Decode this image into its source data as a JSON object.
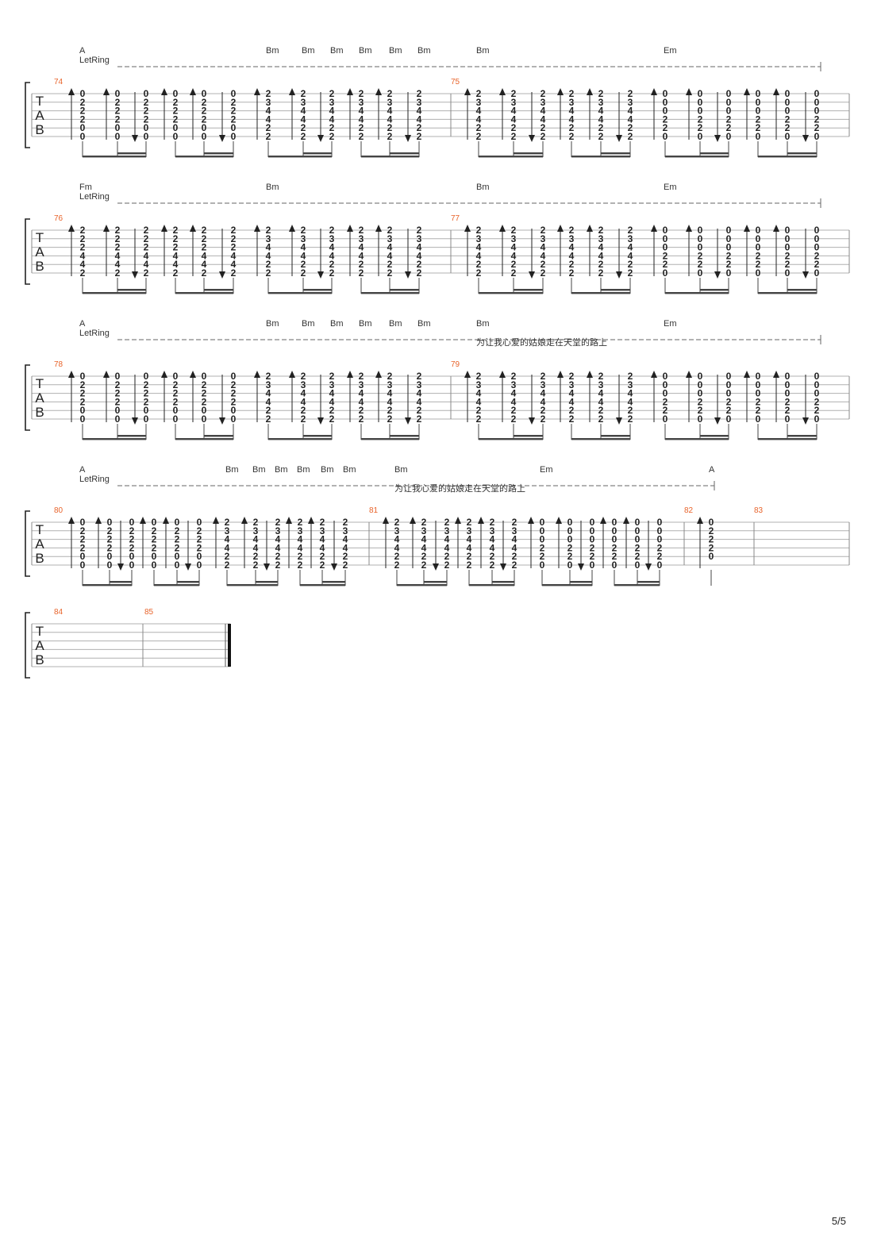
{
  "page": {
    "number": "5/5"
  },
  "colors": {
    "measure_number": "#e8632a",
    "staff_line": "#b0b0b0",
    "ink": "#333333"
  },
  "let_ring": "LetRing",
  "tab_clef": [
    "T",
    "A",
    "B"
  ],
  "systems": [
    {
      "measure_numbers": [
        "74",
        "75"
      ],
      "chords": [
        "A",
        "Bm",
        "Bm",
        "Bm",
        "Bm",
        "Bm",
        "Bm",
        "Bm",
        "Em"
      ],
      "lyrics": "",
      "beats": [
        {
          "frets": [
            "0",
            "2",
            "2",
            "2",
            "0",
            "0"
          ],
          "dir": "up"
        },
        {
          "frets": [
            "0",
            "2",
            "2",
            "2",
            "0",
            "0"
          ],
          "dir": "up"
        },
        {
          "frets": [
            "0",
            "2",
            "2",
            "2",
            "0",
            "0"
          ],
          "dir": "down"
        },
        {
          "frets": [
            "0",
            "2",
            "2",
            "2",
            "0",
            "0"
          ],
          "dir": "up"
        },
        {
          "frets": [
            "0",
            "2",
            "2",
            "2",
            "0",
            "0"
          ],
          "dir": "up"
        },
        {
          "frets": [
            "0",
            "2",
            "2",
            "2",
            "0",
            "0"
          ],
          "dir": "down"
        },
        {
          "frets": [
            "2",
            "3",
            "4",
            "4",
            "2",
            "2"
          ],
          "dir": "up"
        },
        {
          "frets": [
            "2",
            "3",
            "4",
            "4",
            "2",
            "2"
          ],
          "dir": "up"
        },
        {
          "frets": [
            "2",
            "3",
            "4",
            "4",
            "2",
            "2"
          ],
          "dir": "down"
        },
        {
          "frets": [
            "2",
            "3",
            "4",
            "4",
            "2",
            "2"
          ],
          "dir": "up"
        },
        {
          "frets": [
            "2",
            "3",
            "4",
            "4",
            "2",
            "2"
          ],
          "dir": "up"
        },
        {
          "frets": [
            "2",
            "3",
            "4",
            "4",
            "2",
            "2"
          ],
          "dir": "down"
        },
        {
          "frets": [
            "2",
            "3",
            "4",
            "4",
            "2",
            "2"
          ],
          "dir": "up"
        },
        {
          "frets": [
            "2",
            "3",
            "4",
            "4",
            "2",
            "2"
          ],
          "dir": "up"
        },
        {
          "frets": [
            "2",
            "3",
            "4",
            "4",
            "2",
            "2"
          ],
          "dir": "down"
        },
        {
          "frets": [
            "2",
            "3",
            "4",
            "4",
            "2",
            "2"
          ],
          "dir": "up"
        },
        {
          "frets": [
            "2",
            "3",
            "4",
            "4",
            "2",
            "2"
          ],
          "dir": "up"
        },
        {
          "frets": [
            "2",
            "3",
            "4",
            "4",
            "2",
            "2"
          ],
          "dir": "down"
        },
        {
          "frets": [
            "0",
            "0",
            "0",
            "2",
            "2",
            "0"
          ],
          "dir": "up"
        },
        {
          "frets": [
            "0",
            "0",
            "0",
            "2",
            "2",
            "0"
          ],
          "dir": "up"
        },
        {
          "frets": [
            "0",
            "0",
            "0",
            "2",
            "2",
            "0"
          ],
          "dir": "down"
        },
        {
          "frets": [
            "0",
            "0",
            "0",
            "2",
            "2",
            "0"
          ],
          "dir": "up"
        },
        {
          "frets": [
            "0",
            "0",
            "0",
            "2",
            "2",
            "0"
          ],
          "dir": "up"
        },
        {
          "frets": [
            "0",
            "0",
            "0",
            "2",
            "2",
            "0"
          ],
          "dir": "down"
        }
      ]
    },
    {
      "measure_numbers": [
        "76",
        "77"
      ],
      "chords": [
        "Fm",
        "Bm",
        "Bm",
        "Em"
      ],
      "lyrics": "",
      "beats": [
        {
          "frets": [
            "2",
            "2",
            "2",
            "4",
            "4",
            "2"
          ],
          "dir": "up"
        },
        {
          "frets": [
            "2",
            "2",
            "2",
            "4",
            "4",
            "2"
          ],
          "dir": "up"
        },
        {
          "frets": [
            "2",
            "2",
            "2",
            "4",
            "4",
            "2"
          ],
          "dir": "down"
        },
        {
          "frets": [
            "2",
            "2",
            "2",
            "4",
            "4",
            "2"
          ],
          "dir": "up"
        },
        {
          "frets": [
            "2",
            "2",
            "2",
            "4",
            "4",
            "2"
          ],
          "dir": "up"
        },
        {
          "frets": [
            "2",
            "2",
            "2",
            "4",
            "4",
            "2"
          ],
          "dir": "down"
        },
        {
          "frets": [
            "2",
            "3",
            "4",
            "4",
            "2",
            "2"
          ],
          "dir": "up"
        },
        {
          "frets": [
            "2",
            "3",
            "4",
            "4",
            "2",
            "2"
          ],
          "dir": "up"
        },
        {
          "frets": [
            "2",
            "3",
            "4",
            "4",
            "2",
            "2"
          ],
          "dir": "down"
        },
        {
          "frets": [
            "2",
            "3",
            "4",
            "4",
            "2",
            "2"
          ],
          "dir": "up"
        },
        {
          "frets": [
            "2",
            "3",
            "4",
            "4",
            "2",
            "2"
          ],
          "dir": "up"
        },
        {
          "frets": [
            "2",
            "3",
            "4",
            "4",
            "2",
            "2"
          ],
          "dir": "down"
        },
        {
          "frets": [
            "2",
            "3",
            "4",
            "4",
            "2",
            "2"
          ],
          "dir": "up"
        },
        {
          "frets": [
            "2",
            "3",
            "4",
            "4",
            "2",
            "2"
          ],
          "dir": "up"
        },
        {
          "frets": [
            "2",
            "3",
            "4",
            "4",
            "2",
            "2"
          ],
          "dir": "down"
        },
        {
          "frets": [
            "2",
            "3",
            "4",
            "4",
            "2",
            "2"
          ],
          "dir": "up"
        },
        {
          "frets": [
            "2",
            "3",
            "4",
            "4",
            "2",
            "2"
          ],
          "dir": "up"
        },
        {
          "frets": [
            "2",
            "3",
            "4",
            "4",
            "2",
            "2"
          ],
          "dir": "down"
        },
        {
          "frets": [
            "0",
            "0",
            "0",
            "2",
            "2",
            "0"
          ],
          "dir": "up"
        },
        {
          "frets": [
            "0",
            "0",
            "0",
            "2",
            "2",
            "0"
          ],
          "dir": "up"
        },
        {
          "frets": [
            "0",
            "0",
            "0",
            "2",
            "2",
            "0"
          ],
          "dir": "down"
        },
        {
          "frets": [
            "0",
            "0",
            "0",
            "2",
            "2",
            "0"
          ],
          "dir": "up"
        },
        {
          "frets": [
            "0",
            "0",
            "0",
            "2",
            "2",
            "0"
          ],
          "dir": "up"
        },
        {
          "frets": [
            "0",
            "0",
            "0",
            "2",
            "2",
            "0"
          ],
          "dir": "down"
        }
      ]
    },
    {
      "measure_numbers": [
        "78",
        "79"
      ],
      "chords": [
        "A",
        "Bm",
        "Bm",
        "Bm",
        "Bm",
        "Bm",
        "Bm",
        "Bm",
        "Em"
      ],
      "lyrics": "为让我心爱的姑娘走在天堂的路上",
      "beats": [
        {
          "frets": [
            "0",
            "2",
            "2",
            "2",
            "0",
            "0"
          ],
          "dir": "up"
        },
        {
          "frets": [
            "0",
            "2",
            "2",
            "2",
            "0",
            "0"
          ],
          "dir": "up"
        },
        {
          "frets": [
            "0",
            "2",
            "2",
            "2",
            "0",
            "0"
          ],
          "dir": "down"
        },
        {
          "frets": [
            "0",
            "2",
            "2",
            "2",
            "0",
            "0"
          ],
          "dir": "up"
        },
        {
          "frets": [
            "0",
            "2",
            "2",
            "2",
            "0",
            "0"
          ],
          "dir": "up"
        },
        {
          "frets": [
            "0",
            "2",
            "2",
            "2",
            "0",
            "0"
          ],
          "dir": "down"
        },
        {
          "frets": [
            "2",
            "3",
            "4",
            "4",
            "2",
            "2"
          ],
          "dir": "up"
        },
        {
          "frets": [
            "2",
            "3",
            "4",
            "4",
            "2",
            "2"
          ],
          "dir": "up"
        },
        {
          "frets": [
            "2",
            "3",
            "4",
            "4",
            "2",
            "2"
          ],
          "dir": "down"
        },
        {
          "frets": [
            "2",
            "3",
            "4",
            "4",
            "2",
            "2"
          ],
          "dir": "up"
        },
        {
          "frets": [
            "2",
            "3",
            "4",
            "4",
            "2",
            "2"
          ],
          "dir": "up"
        },
        {
          "frets": [
            "2",
            "3",
            "4",
            "4",
            "2",
            "2"
          ],
          "dir": "down"
        },
        {
          "frets": [
            "2",
            "3",
            "4",
            "4",
            "2",
            "2"
          ],
          "dir": "up"
        },
        {
          "frets": [
            "2",
            "3",
            "4",
            "4",
            "2",
            "2"
          ],
          "dir": "up"
        },
        {
          "frets": [
            "2",
            "3",
            "4",
            "4",
            "2",
            "2"
          ],
          "dir": "down"
        },
        {
          "frets": [
            "2",
            "3",
            "4",
            "4",
            "2",
            "2"
          ],
          "dir": "up"
        },
        {
          "frets": [
            "2",
            "3",
            "4",
            "4",
            "2",
            "2"
          ],
          "dir": "up"
        },
        {
          "frets": [
            "2",
            "3",
            "4",
            "4",
            "2",
            "2"
          ],
          "dir": "down"
        },
        {
          "frets": [
            "0",
            "0",
            "0",
            "2",
            "2",
            "0"
          ],
          "dir": "up"
        },
        {
          "frets": [
            "0",
            "0",
            "0",
            "2",
            "2",
            "0"
          ],
          "dir": "up"
        },
        {
          "frets": [
            "0",
            "0",
            "0",
            "2",
            "2",
            "0"
          ],
          "dir": "down"
        },
        {
          "frets": [
            "0",
            "0",
            "0",
            "2",
            "2",
            "0"
          ],
          "dir": "up"
        },
        {
          "frets": [
            "0",
            "0",
            "0",
            "2",
            "2",
            "0"
          ],
          "dir": "up"
        },
        {
          "frets": [
            "0",
            "0",
            "0",
            "2",
            "2",
            "0"
          ],
          "dir": "down"
        }
      ]
    },
    {
      "measure_numbers": [
        "80",
        "81",
        "82",
        "83"
      ],
      "chords": [
        "A",
        "Bm",
        "Bm",
        "Bm",
        "Bm",
        "Bm",
        "Bm",
        "Bm",
        "Em",
        "A"
      ],
      "lyrics": "为让我心爱的姑娘走在天堂的路上",
      "beats": [
        {
          "frets": [
            "0",
            "2",
            "2",
            "2",
            "0",
            "0"
          ],
          "dir": "up"
        },
        {
          "frets": [
            "0",
            "2",
            "2",
            "2",
            "0",
            "0"
          ],
          "dir": "up"
        },
        {
          "frets": [
            "0",
            "2",
            "2",
            "2",
            "0",
            "0"
          ],
          "dir": "down"
        },
        {
          "frets": [
            "0",
            "2",
            "2",
            "2",
            "0",
            "0"
          ],
          "dir": "up"
        },
        {
          "frets": [
            "0",
            "2",
            "2",
            "2",
            "0",
            "0"
          ],
          "dir": "up"
        },
        {
          "frets": [
            "0",
            "2",
            "2",
            "2",
            "0",
            "0"
          ],
          "dir": "down"
        },
        {
          "frets": [
            "2",
            "3",
            "4",
            "4",
            "2",
            "2"
          ],
          "dir": "up"
        },
        {
          "frets": [
            "2",
            "3",
            "4",
            "4",
            "2",
            "2"
          ],
          "dir": "up"
        },
        {
          "frets": [
            "2",
            "3",
            "4",
            "4",
            "2",
            "2"
          ],
          "dir": "down"
        },
        {
          "frets": [
            "2",
            "3",
            "4",
            "4",
            "2",
            "2"
          ],
          "dir": "up"
        },
        {
          "frets": [
            "2",
            "3",
            "4",
            "4",
            "2",
            "2"
          ],
          "dir": "up"
        },
        {
          "frets": [
            "2",
            "3",
            "4",
            "4",
            "2",
            "2"
          ],
          "dir": "down"
        },
        {
          "frets": [
            "2",
            "3",
            "4",
            "4",
            "2",
            "2"
          ],
          "dir": "up"
        },
        {
          "frets": [
            "2",
            "3",
            "4",
            "4",
            "2",
            "2"
          ],
          "dir": "up"
        },
        {
          "frets": [
            "2",
            "3",
            "4",
            "4",
            "2",
            "2"
          ],
          "dir": "down"
        },
        {
          "frets": [
            "2",
            "3",
            "4",
            "4",
            "2",
            "2"
          ],
          "dir": "up"
        },
        {
          "frets": [
            "2",
            "3",
            "4",
            "4",
            "2",
            "2"
          ],
          "dir": "up"
        },
        {
          "frets": [
            "2",
            "3",
            "4",
            "4",
            "2",
            "2"
          ],
          "dir": "down"
        },
        {
          "frets": [
            "0",
            "0",
            "0",
            "2",
            "2",
            "0"
          ],
          "dir": "up"
        },
        {
          "frets": [
            "0",
            "0",
            "0",
            "2",
            "2",
            "0"
          ],
          "dir": "up"
        },
        {
          "frets": [
            "0",
            "0",
            "0",
            "2",
            "2",
            "0"
          ],
          "dir": "down"
        },
        {
          "frets": [
            "0",
            "0",
            "0",
            "2",
            "2",
            "0"
          ],
          "dir": "up"
        },
        {
          "frets": [
            "0",
            "0",
            "0",
            "2",
            "2",
            "0"
          ],
          "dir": "up"
        },
        {
          "frets": [
            "0",
            "0",
            "0",
            "2",
            "2",
            "0"
          ],
          "dir": "down"
        },
        {
          "frets": [
            "0",
            "2",
            "2",
            "2",
            "0",
            ""
          ],
          "dir": "up"
        }
      ]
    },
    {
      "measure_numbers": [
        "84",
        "85"
      ],
      "chords": [],
      "lyrics": "",
      "beats": []
    }
  ]
}
